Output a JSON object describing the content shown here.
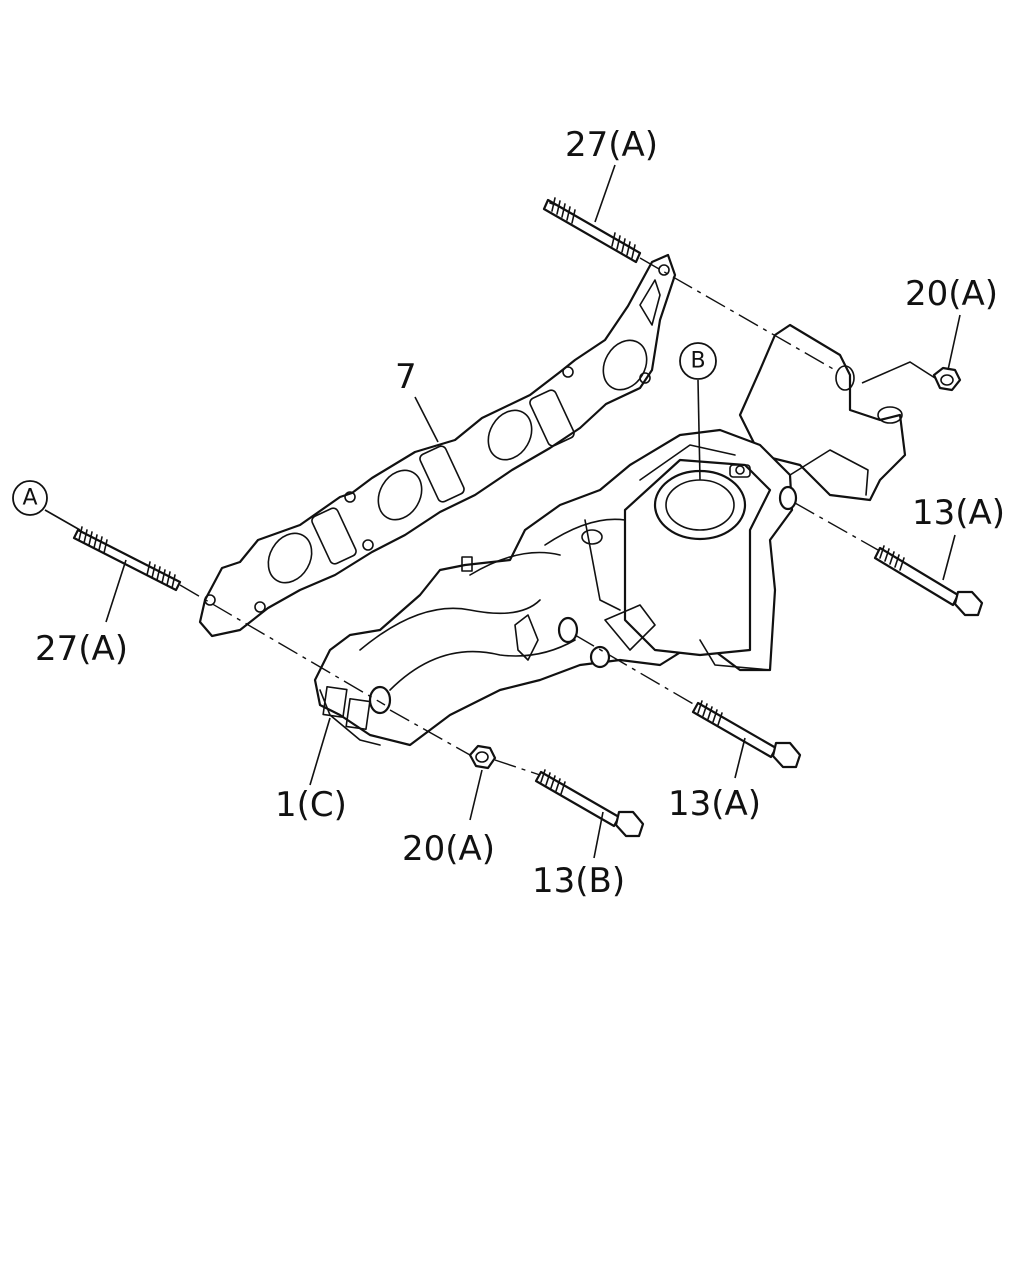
{
  "labels": {
    "stud_top": "27(A)",
    "stud_left": "27(A)",
    "nut_top": "20(A)",
    "nut_bottom": "20(A)",
    "bolt_right": "13(A)",
    "bolt_mid": "13(A)",
    "bolt_bottom": "13(B)",
    "gasket": "7",
    "manifold": "1(C)",
    "ref_a": "A",
    "ref_b": "B"
  },
  "colors": {
    "line": "#111111",
    "background": "#ffffff"
  }
}
